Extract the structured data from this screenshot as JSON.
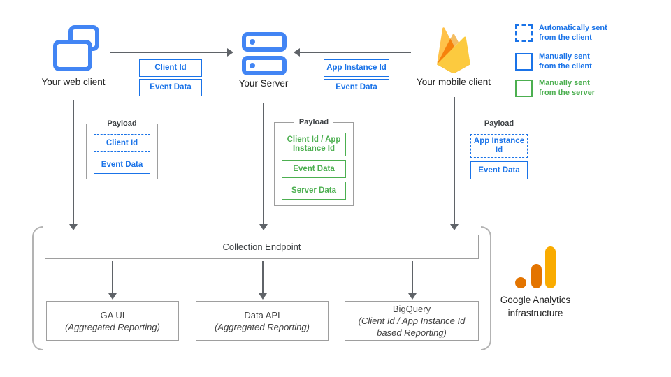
{
  "nodes": {
    "web_client": {
      "label": "Your web client"
    },
    "server": {
      "label": "Your Server"
    },
    "mobile_client": {
      "label": "Your mobile client"
    }
  },
  "flows": {
    "web_to_server": {
      "tags": [
        {
          "label": "Client Id"
        },
        {
          "label": "Event Data"
        }
      ]
    },
    "mobile_to_server": {
      "tags": [
        {
          "label": "App Instance Id"
        },
        {
          "label": "Event Data"
        }
      ]
    }
  },
  "legend": {
    "items": [
      {
        "line1": "Automatically sent",
        "line2": "from the client",
        "style": "dashed-blue"
      },
      {
        "line1": "Manually sent",
        "line2": "from the client",
        "style": "solid-blue"
      },
      {
        "line1": "Manually sent",
        "line2": "from the server",
        "style": "solid-green"
      }
    ]
  },
  "payloads": {
    "title": "Payload",
    "web": {
      "items": [
        {
          "label": "Client Id",
          "style": "dashed-blue"
        },
        {
          "label": "Event Data",
          "style": "solid-blue"
        }
      ]
    },
    "server": {
      "items": [
        {
          "label": "Client Id / App Instance Id",
          "style": "solid-green"
        },
        {
          "label": "Event Data",
          "style": "solid-green"
        },
        {
          "label": "Server Data",
          "style": "solid-green"
        }
      ]
    },
    "mobile": {
      "items": [
        {
          "label": "App Instance Id",
          "style": "dashed-blue"
        },
        {
          "label": "Event Data",
          "style": "solid-blue"
        }
      ]
    }
  },
  "infrastructure": {
    "endpoint_label": "Collection Endpoint",
    "outputs": [
      {
        "title": "GA UI",
        "subtitle": "(Aggregated Reporting)"
      },
      {
        "title": "Data API",
        "subtitle": "(Aggregated Reporting)"
      },
      {
        "title": "BigQuery",
        "subtitle": "(Client Id / App Instance Id based Reporting)"
      }
    ],
    "brand_line1": "Google Analytics",
    "brand_line2": "infrastructure"
  },
  "colors": {
    "blue": "#1a73e8",
    "icon_blue": "#4285f4",
    "green": "#4caf50",
    "arrow_gray": "#5f6368",
    "box_border": "#9e9e9e",
    "ga_orange": "#e37400",
    "ga_amber": "#f9ab00"
  }
}
